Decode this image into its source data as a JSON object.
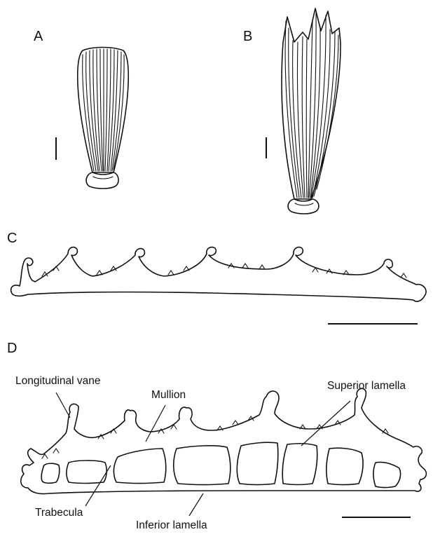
{
  "panels": {
    "a": {
      "letter": "A"
    },
    "b": {
      "letter": "B"
    },
    "c": {
      "letter": "C"
    },
    "d": {
      "letter": "D"
    }
  },
  "callouts": {
    "longitudinal_vane": "Longitudinal vane",
    "mullion": "Mullion",
    "superior_lamella": "Superior lamella",
    "trabecula": "Trabecula",
    "inferior_lamella": "Inferior lamella"
  },
  "colors": {
    "ink": "#111111",
    "paper": "#ffffff"
  }
}
